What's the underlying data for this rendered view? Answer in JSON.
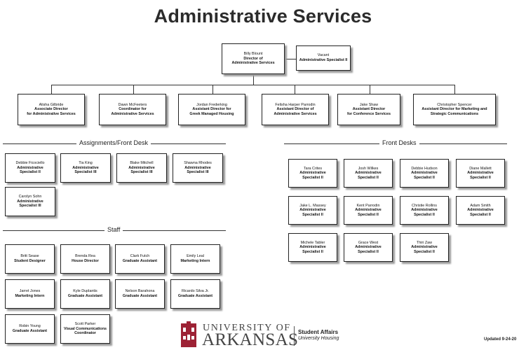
{
  "title": "Administrative Services",
  "director": {
    "name": "Billy Blount",
    "role": "Director of\nAdministrative Services"
  },
  "vacant": {
    "name": "Vacant",
    "role": "Administrative Specialist II"
  },
  "associates": [
    {
      "name": "Alisha Gilbride",
      "role": "Associate Director\nfor Administrative Services"
    },
    {
      "name": "Dawn McFeeters",
      "role": "Coordinator for\nAdministrative Services"
    },
    {
      "name": "Jordan Frederking",
      "role": "Assistant Director for\nGreek Managed Housing"
    },
    {
      "name": "Felisha Harper Parrodin",
      "role": "Assistant Director of\nAdministrative Services"
    },
    {
      "name": "Jake Shaw",
      "role": "Assistant Director\nfor Conference Services"
    },
    {
      "name": "Christopher Spencer",
      "role": "Assistant Director for Marketing and\nStrategic Communications"
    }
  ],
  "sections": {
    "assignments": "Assignments/Front Desk",
    "front_desks": "Front Desks",
    "staff": "Staff"
  },
  "assignments": [
    {
      "name": "Debbie Ficociello",
      "role": "Administrative\nSpecialist II"
    },
    {
      "name": "Tia King",
      "role": "Administrative\nSpecialist III"
    },
    {
      "name": "Blake Mitchell",
      "role": "Administrative\nSpecialist III"
    },
    {
      "name": "Shawna Rhodes",
      "role": "Administrative\nSpecialist III"
    },
    {
      "name": "Carolyn Sohn",
      "role": "Administrative\nSpecialist III"
    }
  ],
  "front_desks": [
    {
      "name": "Tara Crites",
      "role": "Administrative\nSpecialist II"
    },
    {
      "name": "Josh Wilkes",
      "role": "Administrative\nSpecialist II"
    },
    {
      "name": "Debbie Hudson",
      "role": "Administrative\nSpecialist II"
    },
    {
      "name": "Diane Mallett",
      "role": "Administrative\nSpecialist II"
    },
    {
      "name": "Jake L. Massey",
      "role": "Administrative\nSpecialist II"
    },
    {
      "name": "Kent Parrodin",
      "role": "Administrative\nSpecialist II"
    },
    {
      "name": "Christie Rollins",
      "role": "Administrative\nSpecialist II"
    },
    {
      "name": "Adam Smith",
      "role": "Administrative\nSpecialist II"
    },
    {
      "name": "Michele Tabler",
      "role": "Administrative\nSpecialist II"
    },
    {
      "name": "Grace West",
      "role": "Administrative\nSpecialist II"
    },
    {
      "name": "Thiri Zaw",
      "role": "Administrative\nSpecialist II"
    }
  ],
  "staff": [
    {
      "name": "Britt Sease",
      "role": "Student Designer"
    },
    {
      "name": "Brenda Rea",
      "role": "House Director"
    },
    {
      "name": "Clark Futch",
      "role": "Graduate Assistant"
    },
    {
      "name": "Emily Leal",
      "role": "Marketing Intern"
    },
    {
      "name": "Jarret Jones",
      "role": "Marketing Intern"
    },
    {
      "name": "Kyle Duplantis",
      "role": "Graduate Assistant"
    },
    {
      "name": "Nelson Barahona",
      "role": "Graduate Assistant"
    },
    {
      "name": "Ricardo Silva Jr.",
      "role": "Graduate Assistant"
    },
    {
      "name": "Robin Young",
      "role": "Graduate Assistant"
    },
    {
      "name": "Scott Parker",
      "role": "Visual Communications\nCoordinator"
    }
  ],
  "footer": {
    "univ_of": "UNIVERSITY OF",
    "arkansas": "ARKANSAS",
    "student_affairs": "Student Affairs",
    "housing": "University Housing",
    "updated": "Updated 9-24-20"
  },
  "colors": {
    "logo_red": "#9d2235",
    "line": "#333333"
  }
}
